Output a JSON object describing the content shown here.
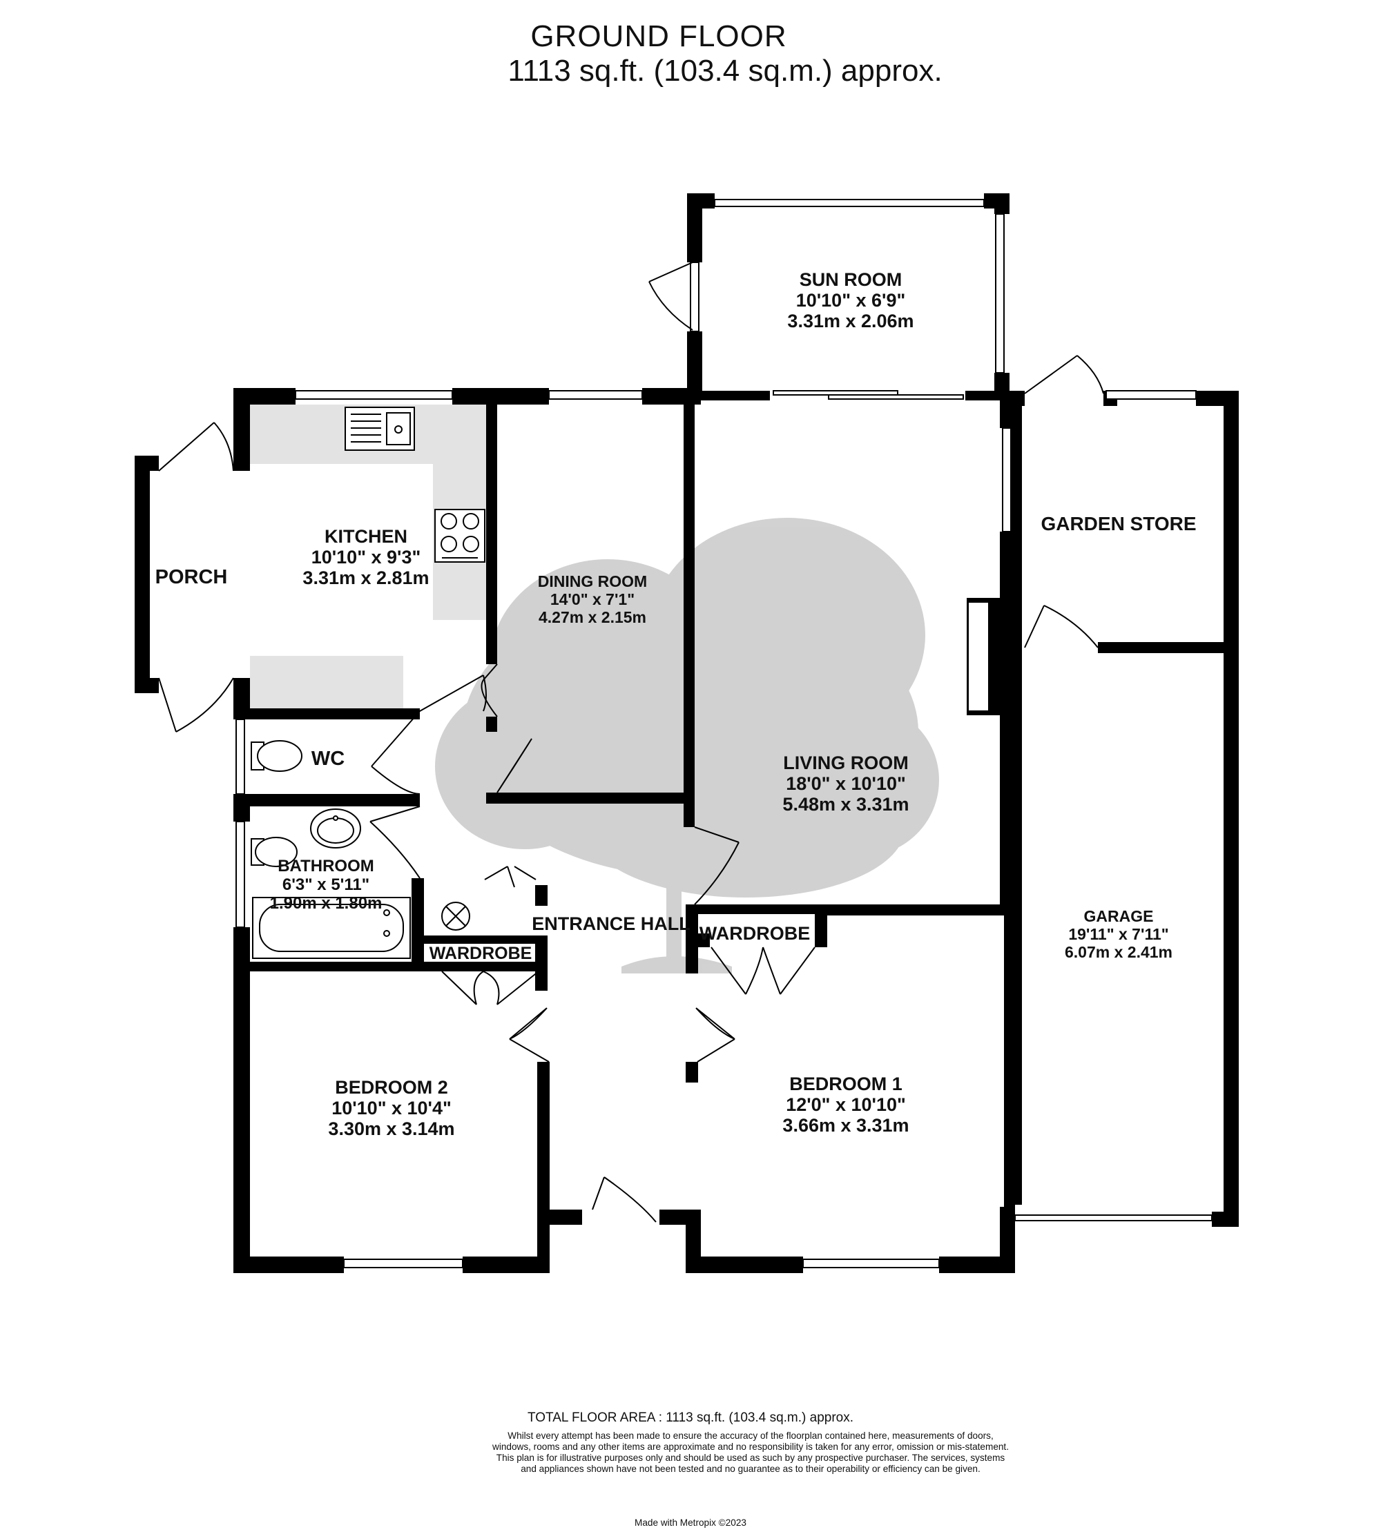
{
  "header": {
    "title": "GROUND FLOOR",
    "area": "1113 sq.ft. (103.4 sq.m.) approx."
  },
  "rooms": {
    "sun_room": {
      "name": "SUN ROOM",
      "imperial": "10'10\"  x 6'9\"",
      "metric": "3.31m  x 2.06m"
    },
    "kitchen": {
      "name": "KITCHEN",
      "imperial": "10'10\"  x 9'3\"",
      "metric": "3.31m  x 2.81m"
    },
    "porch": {
      "name": "PORCH"
    },
    "dining_room": {
      "name": "DINING ROOM",
      "imperial": "14'0\"  x 7'1\"",
      "metric": "4.27m  x 2.15m"
    },
    "garden_store": {
      "name": "GARDEN STORE"
    },
    "wc": {
      "name": "WC"
    },
    "living_room": {
      "name": "LIVING ROOM",
      "imperial": "18'0\"  x 10'10\"",
      "metric": "5.48m  x 3.31m"
    },
    "bathroom": {
      "name": "BATHROOM",
      "imperial": "6'3\"  x 5'11\"",
      "metric": "1.90m  x 1.80m"
    },
    "entrance_hall": {
      "name": "ENTRANCE HALL"
    },
    "wardrobe_left": {
      "name": "WARDROBE"
    },
    "wardrobe_right": {
      "name": "WARDROBE"
    },
    "garage": {
      "name": "GARAGE",
      "imperial": "19'11\"  x 7'11\"",
      "metric": "6.07m  x 2.41m"
    },
    "bedroom_2": {
      "name": "BEDROOM 2",
      "imperial": "10'10\"  x 10'4\"",
      "metric": "3.30m  x 3.14m"
    },
    "bedroom_1": {
      "name": "BEDROOM 1",
      "imperial": "12'0\"  x 10'10\"",
      "metric": "3.66m  x 3.31m"
    }
  },
  "footer": {
    "total": "TOTAL FLOOR AREA : 1113 sq.ft. (103.4 sq.m.) approx.",
    "disclaimer": "Whilst every attempt has been made to ensure the accuracy of the floorplan contained here, measurements of doors, windows, rooms and any other items are approximate and no responsibility is taken for any error, omission or mis-statement. This plan is for illustrative purposes only and should be used as such by any prospective purchaser. The services, systems and appliances shown have not been tested and no guarantee as to their operability or efficiency can be given.",
    "made_with": "Made with Metropix ©2023"
  },
  "colors": {
    "wall": "#000000",
    "counter": "#e3e3e3",
    "watermark": "#c8c8c8"
  },
  "icons": [
    "sink-icon",
    "hob-icon",
    "toilet-icon",
    "basin-icon",
    "bath-icon",
    "boiler-icon",
    "tree-watermark-icon",
    "fireplace-icon"
  ]
}
